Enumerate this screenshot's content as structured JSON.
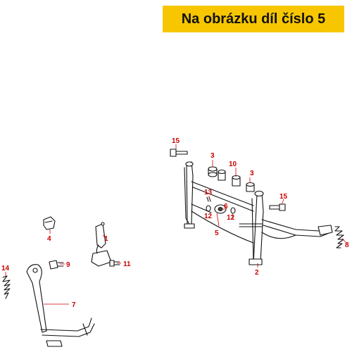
{
  "banner": {
    "text": "Na obrázku díl číslo 5",
    "color": "#f7c600"
  },
  "callouts": [
    {
      "id": "15a",
      "text": "15"
    },
    {
      "id": "3a",
      "text": "3"
    },
    {
      "id": "10a",
      "text": "10"
    },
    {
      "id": "3b",
      "text": "3"
    },
    {
      "id": "13",
      "text": "13"
    },
    {
      "id": "6",
      "text": "6"
    },
    {
      "id": "15b",
      "text": "15"
    },
    {
      "id": "12a",
      "text": "12"
    },
    {
      "id": "12b",
      "text": "12"
    },
    {
      "id": "5",
      "text": "5"
    },
    {
      "id": "8",
      "text": "8"
    },
    {
      "id": "2",
      "text": "2"
    },
    {
      "id": "4",
      "text": "4"
    },
    {
      "id": "1",
      "text": "1"
    },
    {
      "id": "9",
      "text": "9"
    },
    {
      "id": "11",
      "text": "11"
    },
    {
      "id": "14",
      "text": "14"
    },
    {
      "id": "7",
      "text": "7"
    }
  ],
  "label_color": "#cc0000"
}
